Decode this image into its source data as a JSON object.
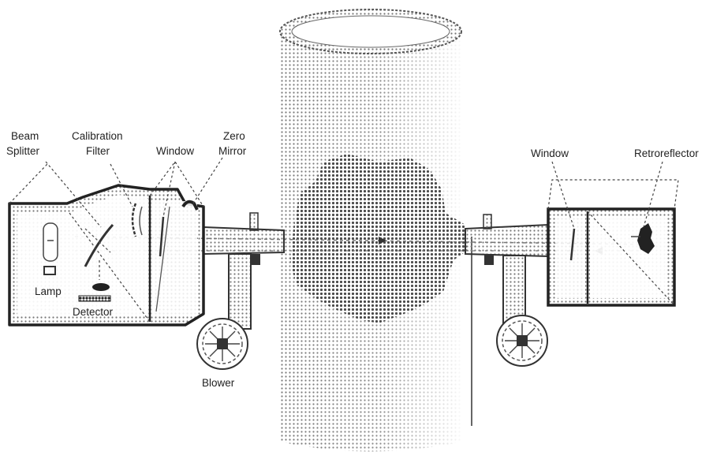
{
  "diagram": {
    "labels": {
      "beam_splitter_1": "Beam",
      "beam_splitter_2": "Splitter",
      "calibration_filter_1": "Calibration",
      "calibration_filter_2": "Filter",
      "window_left": "Window",
      "zero_mirror_1": "Zero",
      "zero_mirror_2": "Mirror",
      "window_right": "Window",
      "retroreflector": "Retroreflector",
      "lamp": "Lamp",
      "detector": "Detector",
      "blower": "Blower"
    }
  }
}
